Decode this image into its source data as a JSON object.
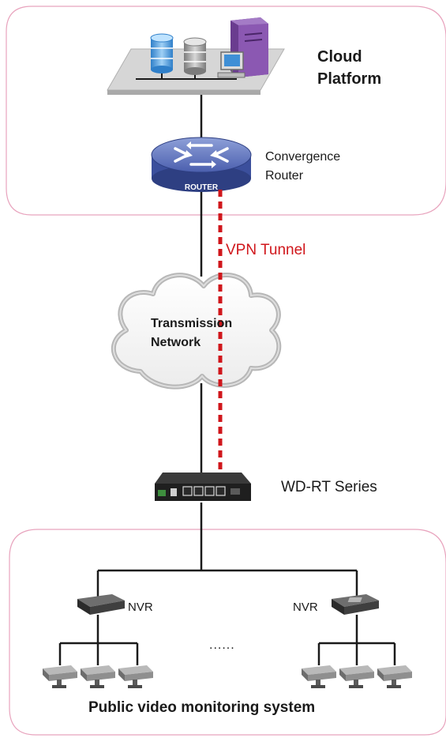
{
  "cloud_platform": {
    "title": "Cloud Platform"
  },
  "router": {
    "label": "Convergence Router",
    "device_text": "ROUTER"
  },
  "vpn": {
    "label": "VPN Tunnel",
    "color": "#d0161b"
  },
  "network": {
    "label": "Transmission Network"
  },
  "gateway": {
    "label": "WD-RT Series"
  },
  "nvr_left": {
    "label": "NVR"
  },
  "nvr_right": {
    "label": "NVR"
  },
  "ellipsis": "......",
  "monitoring": {
    "title": "Public video monitoring system"
  },
  "colors": {
    "zone_border": "#e8a3bd",
    "line": "#1a1a1a",
    "router_blue": "#3b4f9c",
    "vpn_red": "#d0161b"
  }
}
